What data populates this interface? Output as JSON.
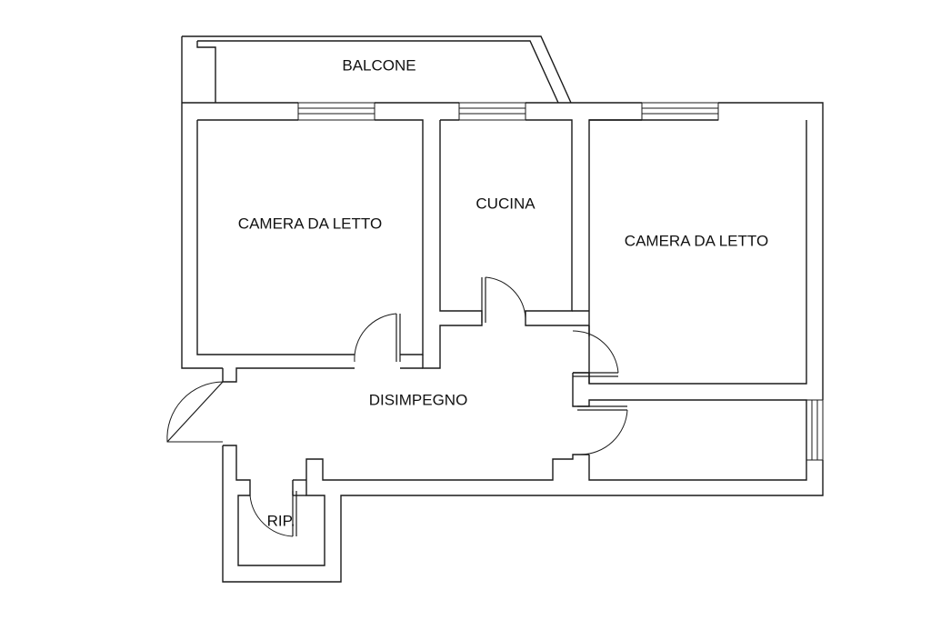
{
  "rooms": {
    "balcony": "BALCONE",
    "bedroom_left": "CAMERA DA LETTO",
    "kitchen": "CUCINA",
    "bedroom_right": "CAMERA DA LETTO",
    "hallway": "DISIMPEGNO",
    "storage": "RIP."
  }
}
